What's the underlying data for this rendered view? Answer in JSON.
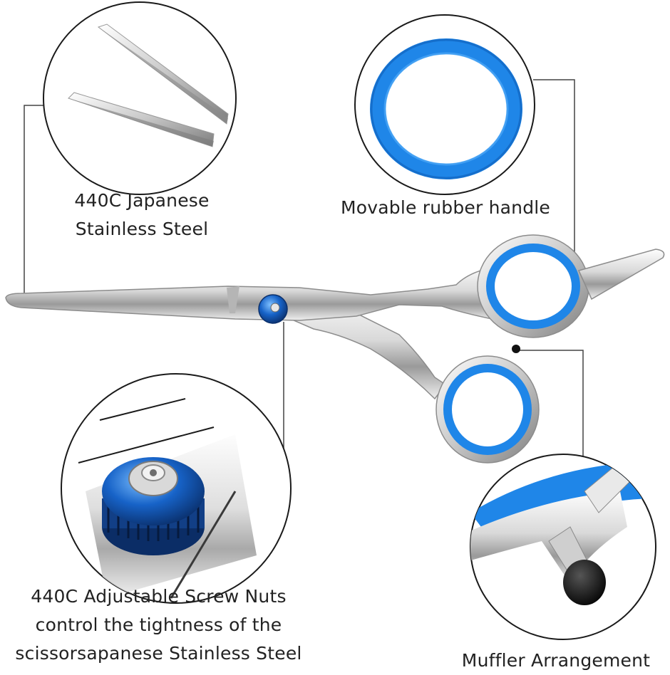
{
  "captions": {
    "steel": [
      "440C Japanese",
      "Stainless Steel"
    ],
    "handle": "Movable rubber handle",
    "screw": [
      "440C Adjustable Screw Nuts",
      "control the tightness of the",
      "scissorsapanese Stainless Steel"
    ],
    "muffler": "Muffler Arrangement"
  },
  "colors": {
    "accent_blue": "#1e7de0",
    "ring_blue": "#1f86e8",
    "line": "#444444",
    "circle_border": "#1a1a1a",
    "steel_light": "#f4f4f4",
    "steel_dark": "#8c8c8c"
  },
  "icons": {
    "blade_detail": "blade-closeup",
    "rubber_ring": "rubber-ring-closeup",
    "screw_nut": "screw-nut-closeup",
    "muffler": "muffler-closeup"
  }
}
